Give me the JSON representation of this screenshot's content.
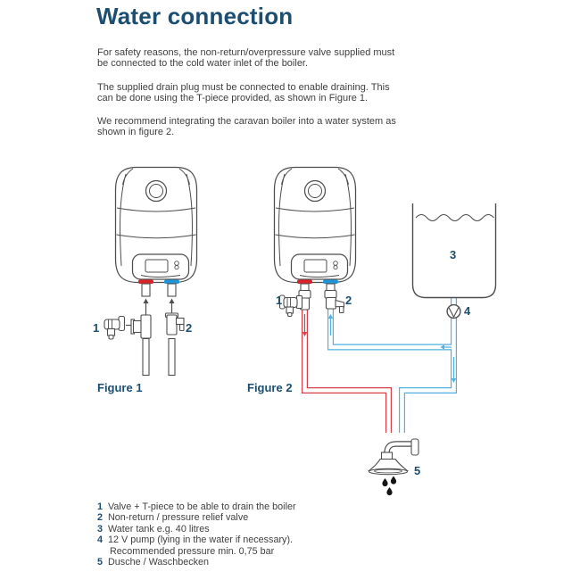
{
  "page": {
    "title": "Water connection"
  },
  "intro": {
    "p1_l1": "For safety reasons, the non-return/overpressure valve supplied must",
    "p1_l2": "be connected to the cold water inlet of the boiler.",
    "p2_l1": "The supplied drain plug must be connected to enable draining. This",
    "p2_l2": "can be done using the T-piece provided, as shown in Figure 1.",
    "p3_l1": "We recommend integrating the caravan boiler into a water system as",
    "p3_l2": "shown in figure 2."
  },
  "figures": {
    "figure1_caption": "Figure 1",
    "figure2_caption": "Figure 2",
    "labels": {
      "valve_tpiece": "1",
      "relief_valve": "2",
      "water_tank": "3",
      "pump": "4",
      "shower": "5"
    }
  },
  "legend": {
    "items": [
      {
        "num": "1",
        "text": "Valve + T-piece to be able to drain the boiler"
      },
      {
        "num": "2",
        "text": "Non-return / pressure relief valve"
      },
      {
        "num": "3",
        "text": "Water tank e.g. 40 litres"
      },
      {
        "num": "4",
        "text": "12 V pump (lying in the water if necessary)."
      },
      {
        "num": "",
        "text": "Recommended pressure min. 0,75 bar"
      },
      {
        "num": "5",
        "text": "Dusche / Waschbecken"
      }
    ]
  },
  "colors": {
    "accent_navy": "#1b4e70",
    "body_text": "#3f3f3f",
    "line_gray": "#4e4e4e",
    "pipe_red": "#d6404a",
    "hot_band": "#d8232b",
    "pipe_blue": "#4fb0e1",
    "cold_band": "#2196d6",
    "drop_black": "#141414"
  }
}
